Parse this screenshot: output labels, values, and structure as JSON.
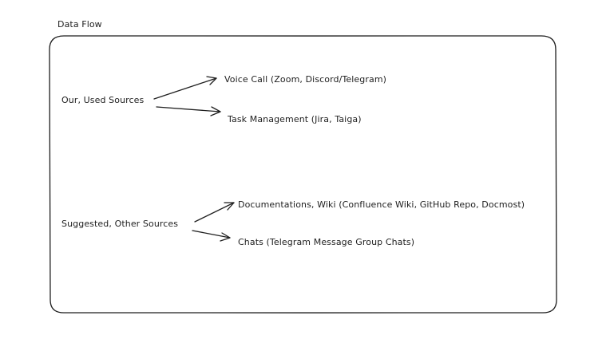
{
  "diagram": {
    "title": "Data Flow",
    "groups": [
      {
        "source": "Our, Used Sources",
        "targets": [
          "Voice Call (Zoom, Discord/Telegram)",
          "Task Management (Jira, Taiga)"
        ]
      },
      {
        "source": "Suggested, Other Sources",
        "targets": [
          "Documentations, Wiki (Confluence Wiki, GitHub Repo, Docmost)",
          "Chats (Telegram Message Group Chats)"
        ]
      }
    ],
    "colors": {
      "stroke": "#1e1e1e",
      "background": "#ffffff"
    }
  }
}
